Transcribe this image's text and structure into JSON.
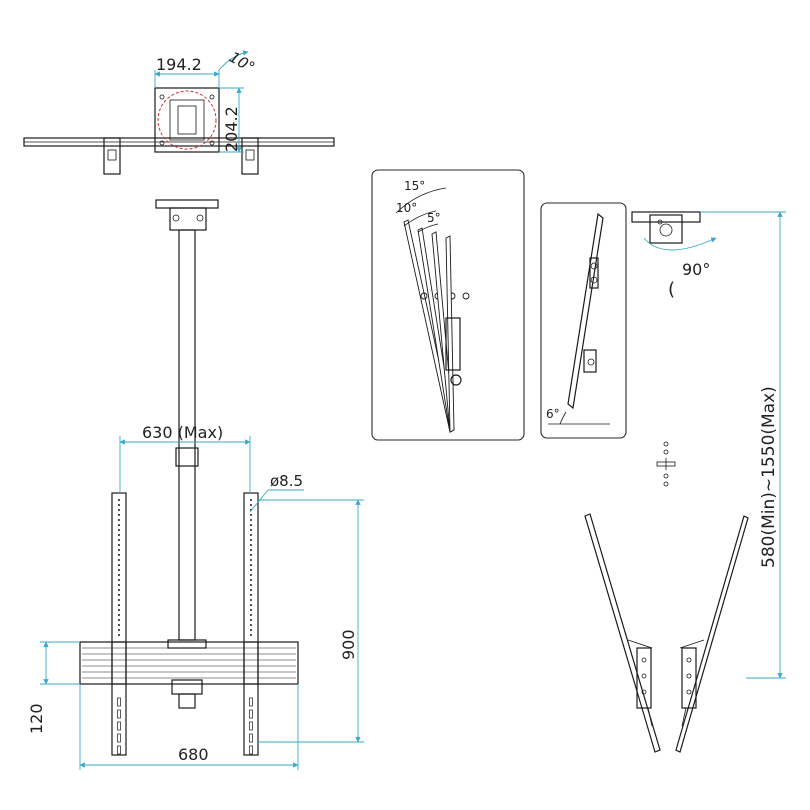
{
  "labels": {
    "vesa_width": "194.2",
    "vesa_height": "204.2",
    "swivel_top": "10°",
    "tilt_15": "15°",
    "tilt_10": "10°",
    "tilt_5": "5°",
    "tilt_6": "6°",
    "rotation": "90°",
    "rotation_paren": "(",
    "arm_width": "630 (Max)",
    "hole_diameter": "ø8.5",
    "bracket_height": "900",
    "bar_height": "120",
    "bar_width": "680",
    "height_range": "580(Min)~1550(Max)"
  },
  "colors": {
    "line": "#1a1a1a",
    "dimension": "#39a9c9",
    "highlight": "#d83030"
  }
}
